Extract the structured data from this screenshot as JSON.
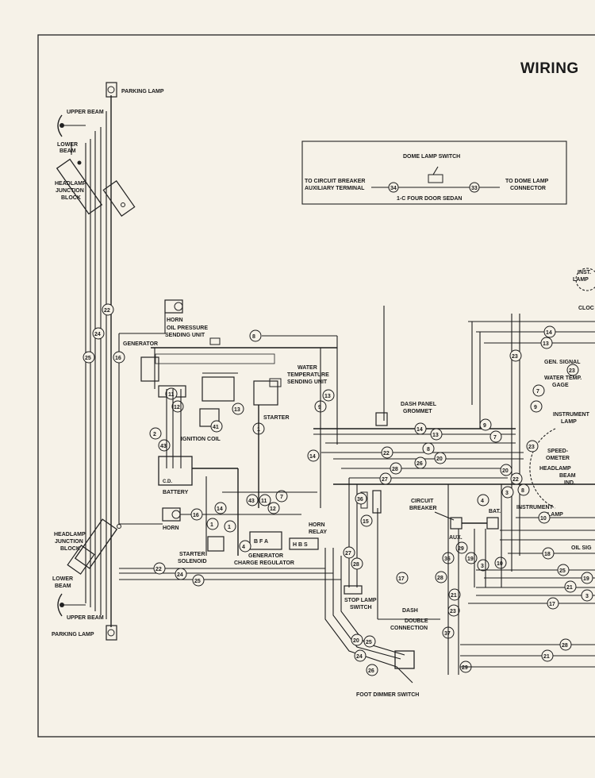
{
  "title": "WIRING",
  "inset": {
    "dome_lamp_switch": "DOME LAMP SWITCH",
    "left_label_1": "TO CIRCUIT BREAKER",
    "left_label_2": "AUXILIARY TERMINAL",
    "right_label_1": "TO DOME LAMP",
    "right_label_2": "CONNECTOR",
    "caption": "1-C FOUR DOOR SEDAN",
    "wire_a": "34",
    "wire_b": "33"
  },
  "labels": {
    "parking_lamp_top": "PARKING LAMP",
    "upper_beam_top": "UPPER BEAM",
    "lower_beam_top_1": "LOWER",
    "lower_beam_top_2": "BEAM",
    "hl_junction_top_1": "HEADLAMP",
    "hl_junction_top_2": "JUNCTION",
    "hl_junction_top_3": "BLOCK",
    "horn_top": "HORN",
    "oil_pressure_1": "OIL PRESSURE",
    "oil_pressure_2": "SENDING UNIT",
    "generator": "GENERATOR",
    "water_temp_1": "WATER",
    "water_temp_2": "TEMPERATURE",
    "water_temp_3": "SENDING UNIT",
    "starter": "STARTER",
    "dash_panel_1": "DASH PANEL",
    "dash_panel_2": "GROMMET",
    "ignition_coil": "IGNITION COIL",
    "battery": "BATTERY",
    "horn_bottom": "HORN",
    "hl_junction_bot_1": "HEADLAMP",
    "hl_junction_bot_2": "JUNCTION",
    "hl_junction_bot_3": "BLOCK",
    "lower_beam_bot_1": "LOWER",
    "lower_beam_bot_2": "BEAM",
    "upper_beam_bot": "UPPER BEAM",
    "parking_lamp_bot": "PARKING LAMP",
    "starter_solenoid_1": "STARTER",
    "starter_solenoid_2": "SOLENOID",
    "gen_reg_1": "GENERATOR",
    "gen_reg_2": "CHARGE REGULATOR",
    "horn_relay_1": "HORN",
    "horn_relay_2": "RELAY",
    "circuit_breaker_1": "CIRCUIT",
    "circuit_breaker_2": "BREAKER",
    "aux": "AUX.",
    "bat": "BAT.",
    "stop_lamp_1": "STOP LAMP",
    "stop_lamp_2": "SWITCH",
    "dash": "DASH",
    "double_conn_1": "DOUBLE",
    "double_conn_2": "CONNECTION",
    "foot_dimmer": "FOOT DIMMER SWITCH",
    "inst_lamp_1": "INST.",
    "inst_lamp_2": "LAMP",
    "clock": "CLOC",
    "gen_signal": "GEN. SIGNAL",
    "water_gage_1": "WATER TEMP.",
    "water_gage_2": "GAGE",
    "instrument_lamp_1": "INSTRUMENT",
    "instrument_lamp_2": "LAMP",
    "speedometer_1": "SPEED-",
    "speedometer_2": "OMETER",
    "hl_beam_ind_1": "HEADLAMP",
    "hl_beam_ind_2": "BEAM",
    "hl_beam_ind_3": "IND.",
    "instrument_lamp_b1": "INSTRUMENT",
    "instrument_lamp_b2": "LAMP",
    "oil_sig": "OIL SIG",
    "horn_relay_terms": "H B S",
    "reg_terms": "B F A"
  },
  "wire_numbers": {
    "w22": "22",
    "w24a": "24",
    "w25a": "25",
    "w16a": "16",
    "w8": "8",
    "w11": "11",
    "w12": "12",
    "w2": "2",
    "w43": "43",
    "w41": "41",
    "w13": "13",
    "w1": "1",
    "w9": "9",
    "w14": "14",
    "w7": "7",
    "w4": "4",
    "w15": "15",
    "w27": "27",
    "w28": "28",
    "w26": "26",
    "w20": "20",
    "w23": "23",
    "w3": "3",
    "w10": "10",
    "w17": "17",
    "w18": "18",
    "w19": "19",
    "w21": "21",
    "w29": "29",
    "w36": "36",
    "w37": "37"
  }
}
